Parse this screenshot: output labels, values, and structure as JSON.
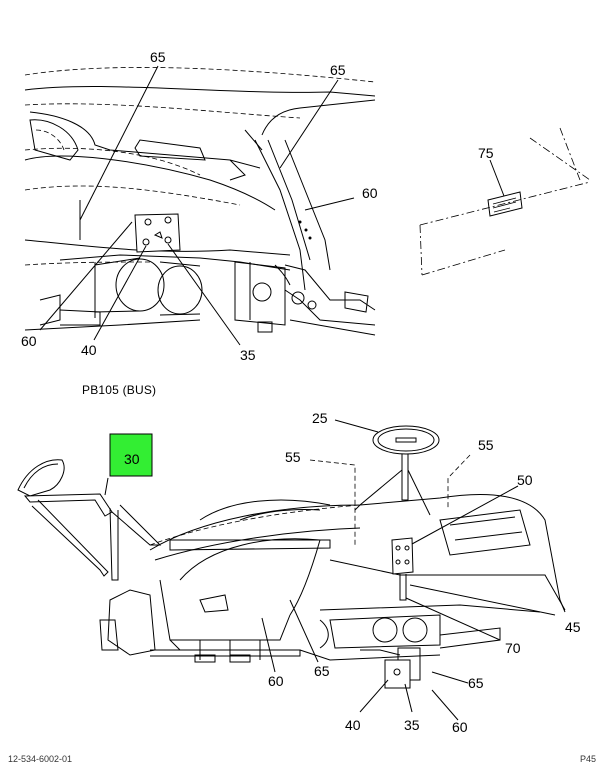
{
  "caption": "PB105 (BUS)",
  "callouts": {
    "top_65a": "65",
    "top_65b": "65",
    "top_60a": "60",
    "top_60b": "60",
    "top_40": "40",
    "top_35": "35",
    "top_75": "75",
    "bot_25": "25",
    "bot_55a": "55",
    "bot_55b": "55",
    "bot_50": "50",
    "bot_30": "30",
    "bot_45": "45",
    "bot_70": "70",
    "bot_65a": "65",
    "bot_65b": "65",
    "bot_60a": "60",
    "bot_60b": "60",
    "bot_40": "40",
    "bot_35": "35"
  },
  "highlight_color": "#33ee33",
  "footer": {
    "left": "12-534-6002-01",
    "right": "P45"
  }
}
